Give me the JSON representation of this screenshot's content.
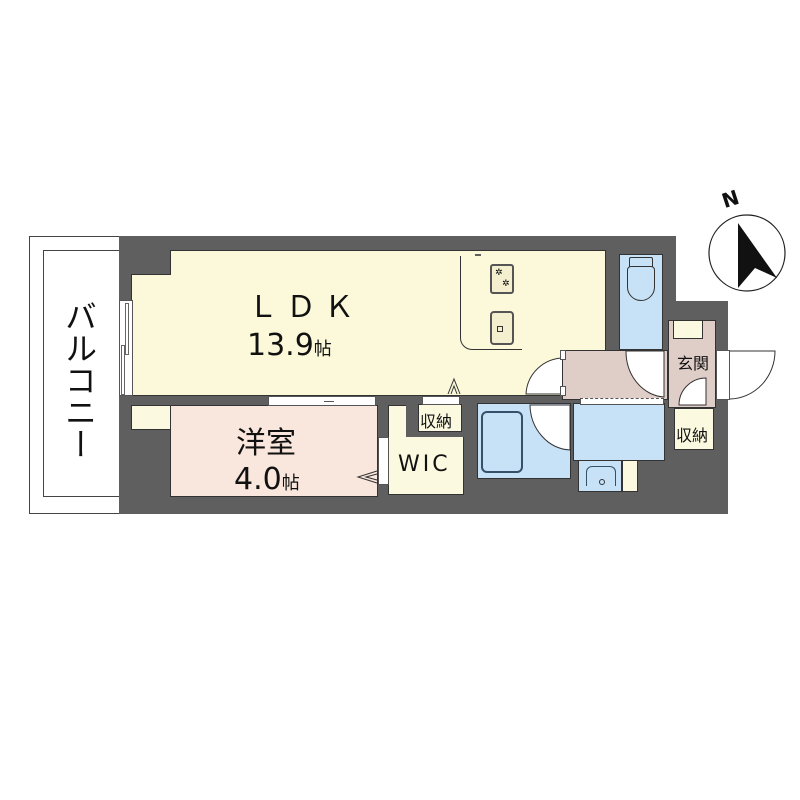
{
  "floorplan": {
    "balcony": {
      "label": "バルコニー"
    },
    "rooms": [
      {
        "id": "ldk",
        "name": "ＬＤＫ",
        "area_value": "13.9",
        "area_unit": "帖",
        "color": "#fbf9da"
      },
      {
        "id": "western-room",
        "name": "洋室",
        "area_value": "4.0",
        "area_unit": "帖",
        "color": "#f9e6dc"
      },
      {
        "id": "wic",
        "name": "WIC",
        "color": "#fbf9df"
      },
      {
        "id": "storage-1",
        "name": "収納",
        "color": "#fbf9df"
      },
      {
        "id": "storage-2",
        "name": "収納",
        "color": "#fbf9df"
      },
      {
        "id": "entrance",
        "name": "玄関",
        "color": "#dfcdc8"
      },
      {
        "id": "toilet",
        "name": "",
        "color": "#c7e1f7"
      },
      {
        "id": "bathroom",
        "name": "",
        "color": "#c7e1f7"
      },
      {
        "id": "washroom",
        "name": "",
        "color": "#c7e1f7"
      }
    ],
    "compass": {
      "label": "N"
    },
    "colors": {
      "wall": "#5f5f5f",
      "outline": "#333333"
    }
  }
}
